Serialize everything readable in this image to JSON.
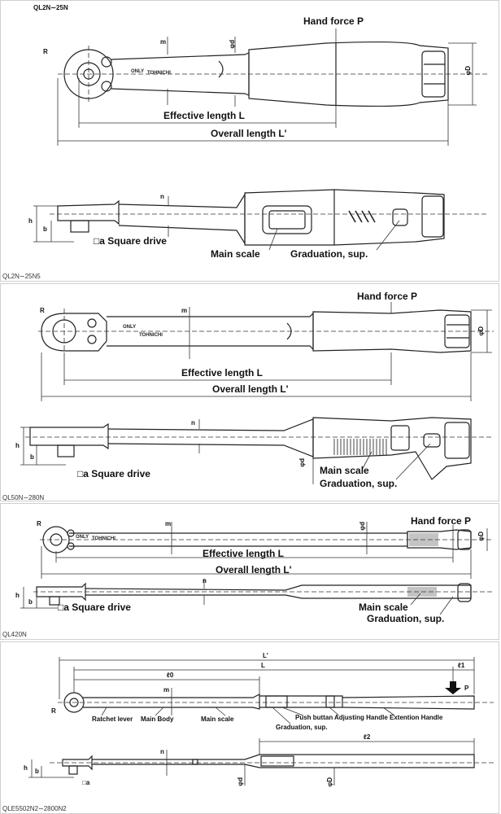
{
  "panel1": {
    "title": "QL2N∼25N",
    "caption": "QL2N∼25N5",
    "labels": {
      "hand_force": "Hand force P",
      "effective_length": "Effective length L",
      "overall_length": "Overall length L'",
      "square_drive": "□a Square drive",
      "main_scale": "Main scale",
      "graduation": "Graduation, sup.",
      "m": "m",
      "n": "n",
      "h": "h",
      "b": "b",
      "r": "R",
      "phi_d": "φd",
      "phi_D": "φD"
    },
    "logo": {
      "only": "ONLY",
      "brand": "TOHNICHI"
    }
  },
  "panel2": {
    "caption": "QL50N∼280N",
    "labels": {
      "hand_force": "Hand force P",
      "effective_length": "Effective length L",
      "overall_length": "Overall length L'",
      "square_drive": "□a Square drive",
      "main_scale": "Main scale",
      "graduation": "Graduation, sup.",
      "m": "m",
      "n": "n",
      "h": "h",
      "b": "b",
      "r": "R",
      "phi_d": "φd",
      "phi_D": "φD"
    },
    "logo": {
      "only": "ONLY",
      "brand": "TOHNICHI"
    }
  },
  "panel3": {
    "caption": "QL420N",
    "labels": {
      "hand_force": "Hand force P",
      "effective_length": "Effective length L",
      "overall_length": "Overall length L'",
      "square_drive": "□a Square drive",
      "main_scale": "Main scale",
      "graduation": "Graduation, sup.",
      "m": "m",
      "n": "n",
      "h": "h",
      "b": "b",
      "r": "R",
      "phi_d": "φd",
      "phi_D": "φD"
    },
    "logo": {
      "only": "ONLY",
      "brand": "TOHNICHI"
    }
  },
  "panel4": {
    "caption": "QLE5502N2∼2800N2",
    "labels": {
      "l_prime": "L'",
      "l": "L",
      "l0": "ℓ0",
      "l1": "ℓ1",
      "l2": "ℓ2",
      "p": "P",
      "m": "m",
      "n": "n",
      "h": "h",
      "b": "b",
      "r": "R",
      "a": "□a",
      "phi_d": "φd",
      "phi_D": "φD",
      "ratchet_lever": "Ratchet lever",
      "main_body": "Main Body",
      "main_scale": "Main scale",
      "graduation": "Graduation, sup.",
      "push_button": "Push buttan",
      "adjusting_handle": "Adjusting Handle",
      "extension_handle": "Extention Handle"
    }
  }
}
